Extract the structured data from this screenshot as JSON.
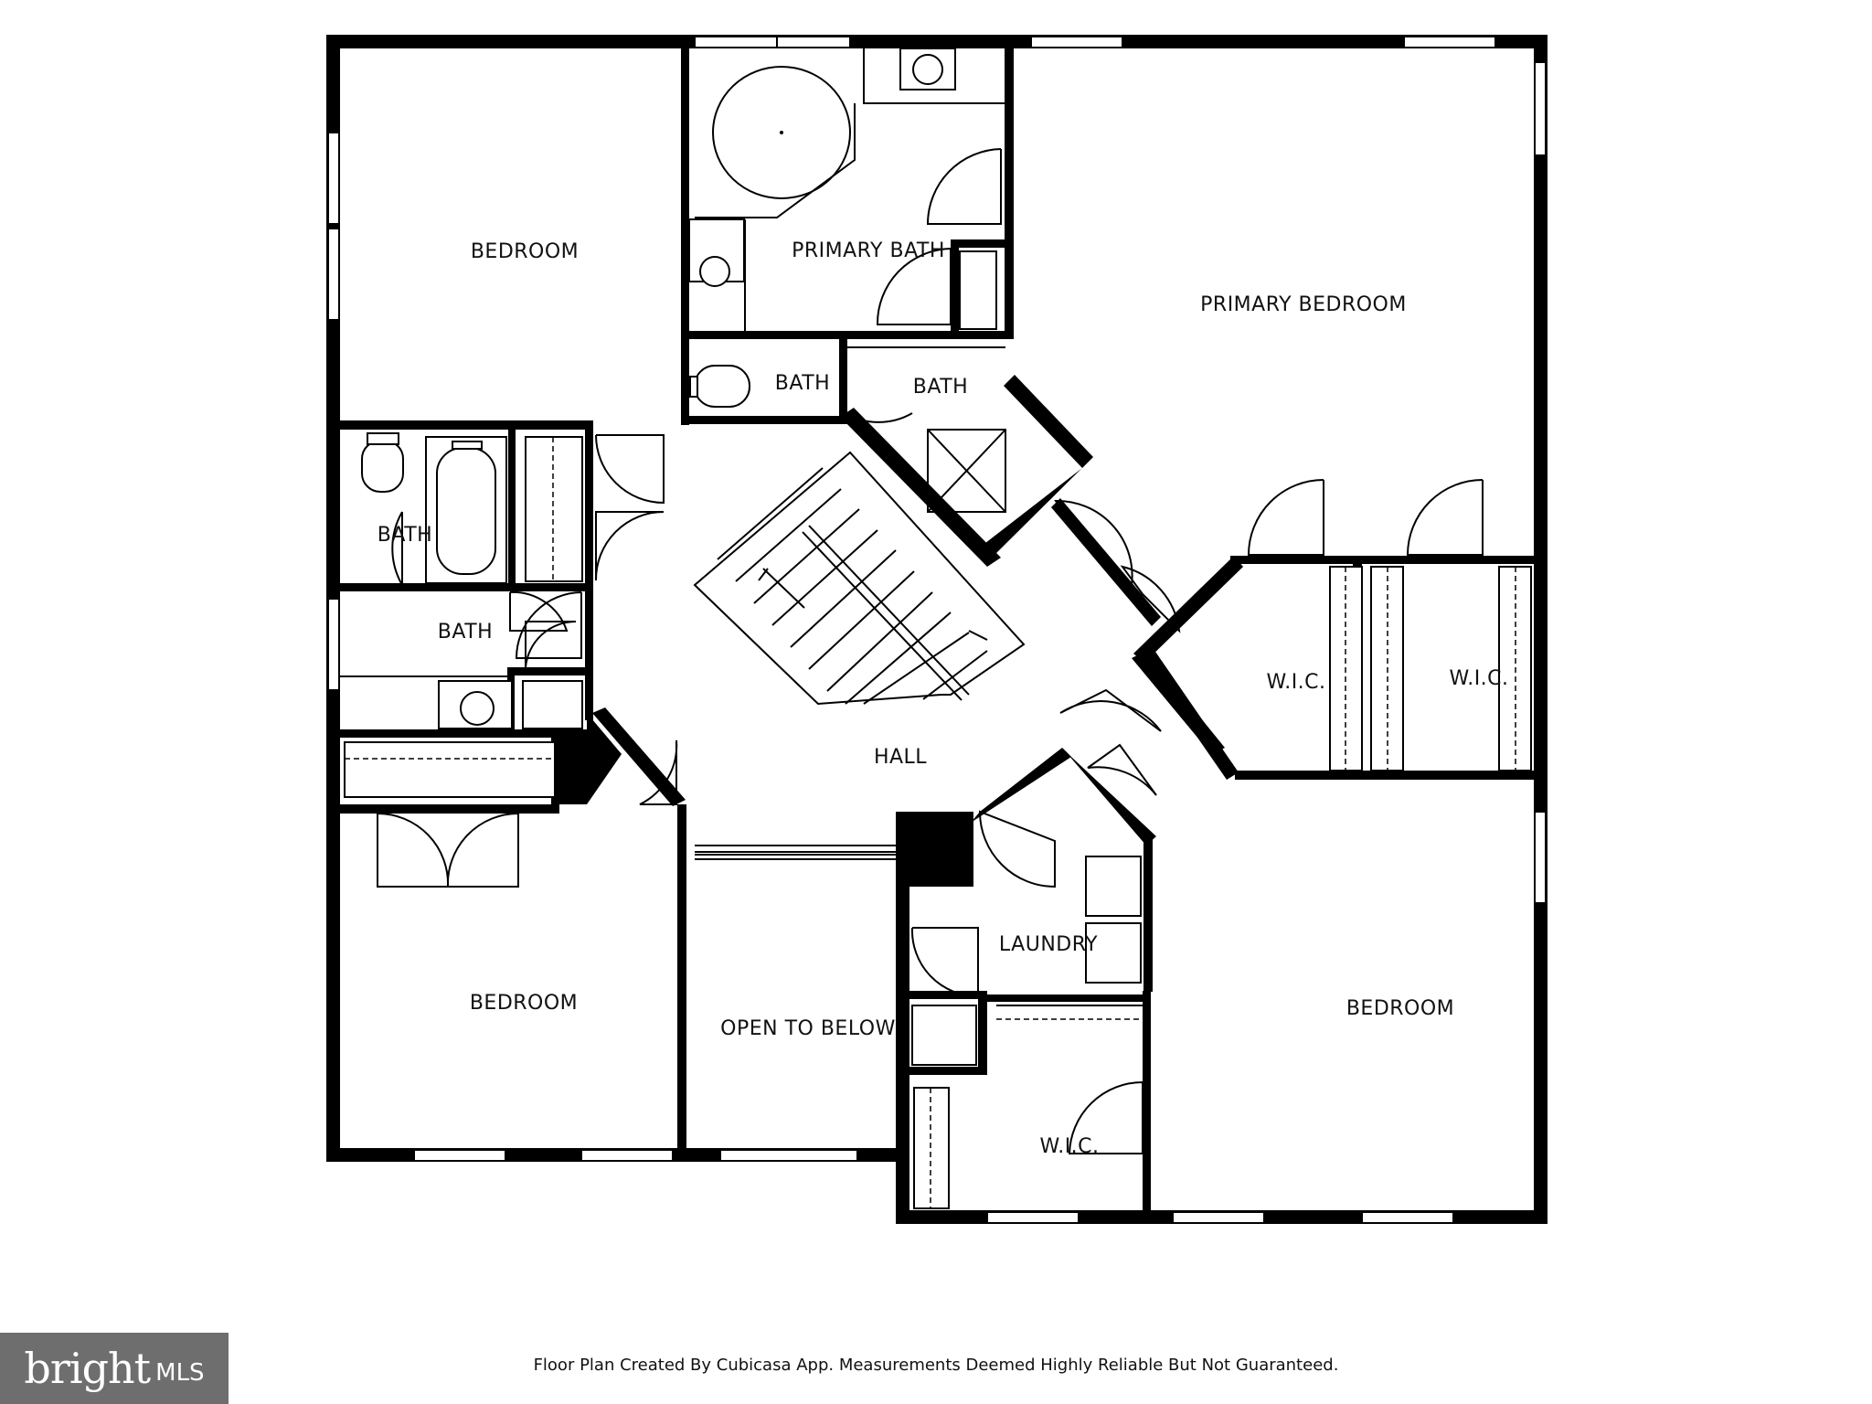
{
  "rooms": {
    "bedroom_top_left": "BEDROOM",
    "primary_bath": "PRIMARY BATH",
    "primary_bedroom": "PRIMARY BEDROOM",
    "bath_small_1": "BATH",
    "bath_small_2": "BATH",
    "bath_left_upper": "BATH",
    "bath_left_lower": "BATH",
    "hall": "HALL",
    "wic_1": "W.I.C.",
    "wic_2": "W.I.C.",
    "laundry": "LAUNDRY",
    "bedroom_bottom_left": "BEDROOM",
    "open_to_below": "OPEN TO BELOW",
    "bedroom_bottom_right": "BEDROOM",
    "wic_3": "W.I.C."
  },
  "footer": {
    "note": "Floor Plan Created By Cubicasa App. Measurements Deemed Highly Reliable But Not Guaranteed."
  },
  "logo": {
    "text": "bright",
    "suffix": "MLS"
  }
}
